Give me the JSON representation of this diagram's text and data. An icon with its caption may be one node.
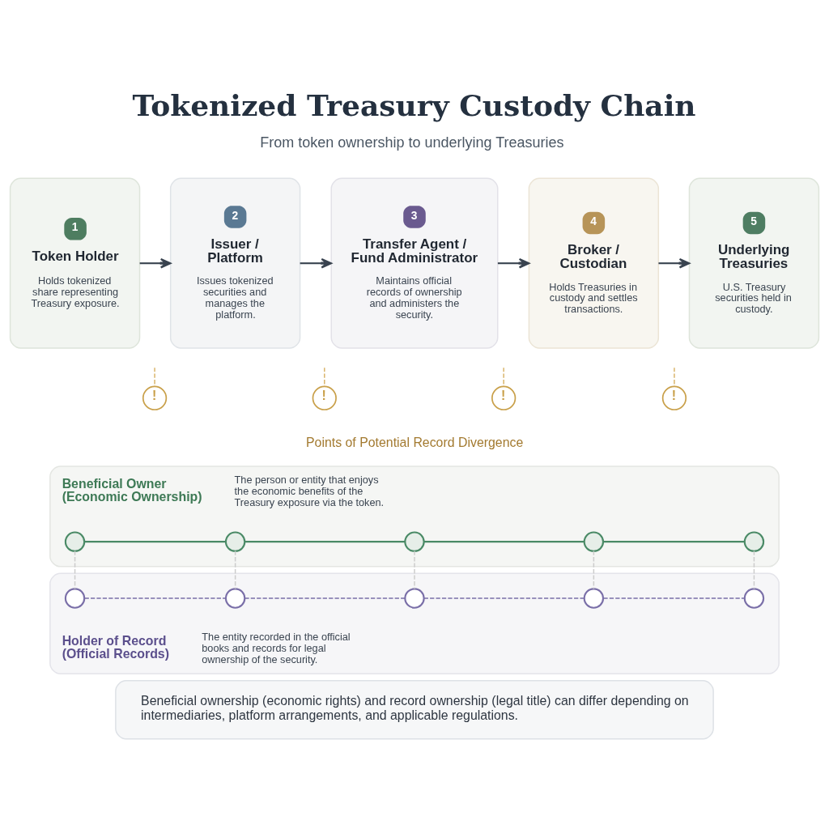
{
  "diagram": {
    "title": "Tokenized Treasury Custody Chain",
    "nodes": [
      {
        "text": [
          "1",
          "Token Holder",
          "Holds tokenized share representing Treasury exposure."
        ]
      },
      {
        "text": [
          "2",
          "Issuer / Platform",
          "Issues tokenized securities and manages the platform."
        ]
      },
      {
        "text": [
          "3",
          "Transfer Agent / Fund Administrator",
          "Maintains official records of ownership and administers the security."
        ]
      },
      {
        "text": [
          "4",
          "Broker / Custodian",
          "Holds Treasuries in custody and settles transactions."
        ]
      },
      {
        "text": [
          "5",
          "Underlying Treasuries",
          "U.S. Treasury securities held in custody."
        ]
      },
      {
        "text": [
          "!"
        ]
      },
      {
        "text": [
          "!"
        ]
      },
      {
        "text": [
          "!"
        ]
      },
      {
        "text": [
          "!"
        ]
      },
      {
        "text": [
          "Beneficial Owner (Economic Ownership)",
          "The person or entity that enjoys the economic benefits of the Treasury exposure via the token."
        ]
      },
      {
        "text": [],
        "shape": "circle",
        "in": 9
      },
      {
        "text": [],
        "shape": "circle",
        "in": 9
      },
      {
        "text": [],
        "shape": "circle",
        "in": 9
      },
      {
        "text": [],
        "shape": "circle",
        "in": 9
      },
      {
        "text": [],
        "shape": "circle",
        "in": 9
      },
      {
        "text": [
          "Holder of Record (Official Records)",
          "The entity recorded in the official books and records for legal ownership of the security."
        ]
      },
      {
        "text": [],
        "shape": "circle",
        "in": 15
      },
      {
        "text": [],
        "shape": "circle",
        "in": 15
      },
      {
        "text": [],
        "shape": "circle",
        "in": 15
      },
      {
        "text": [],
        "shape": "circle",
        "in": 15
      },
      {
        "text": [],
        "shape": "circle",
        "in": 15
      },
      {
        "text": [
          "Beneficial ownership (economic rights) and record ownership (legal title) can differ depending on intermediaries, platform arrangements, and applicable regulations."
        ]
      }
    ],
    "edges": [
      {
        "from": 0,
        "to": 1,
        "arrow": "to",
        "color": "#39434f"
      },
      {
        "from": 1,
        "to": 2,
        "arrow": "to",
        "color": "#39434f"
      },
      {
        "from": 2,
        "to": 3,
        "arrow": "to",
        "color": "#39434f"
      },
      {
        "from": 3,
        "to": 4,
        "arrow": "to",
        "color": "#39434f"
      },
      {
        "from": null,
        "to": 5,
        "arrow": "none",
        "style": "dashed",
        "color": "#d9b46a"
      },
      {
        "from": null,
        "to": 6,
        "arrow": "none",
        "style": "dashed",
        "color": "#d9b46a"
      },
      {
        "from": null,
        "to": 7,
        "arrow": "none",
        "style": "dashed",
        "color": "#d9b46a"
      },
      {
        "from": null,
        "to": 8,
        "arrow": "none",
        "style": "dashed",
        "color": "#d9b46a"
      },
      {
        "from": 10,
        "to": 11,
        "arrow": "none",
        "color": "#4a8a66"
      },
      {
        "from": 11,
        "to": 12,
        "arrow": "none",
        "color": "#4a8a66"
      },
      {
        "from": 12,
        "to": 13,
        "arrow": "none",
        "color": "#4a8a66"
      },
      {
        "from": 13,
        "to": 14,
        "arrow": "none",
        "color": "#4a8a66"
      },
      {
        "from": 16,
        "to": 17,
        "arrow": "none",
        "style": "dashed",
        "color": "#7a6fa8"
      },
      {
        "from": 17,
        "to": 18,
        "arrow": "none",
        "style": "dashed",
        "color": "#7a6fa8"
      },
      {
        "from": 18,
        "to": 19,
        "arrow": "none",
        "style": "dashed",
        "color": "#7a6fa8"
      },
      {
        "from": 19,
        "to": 20,
        "arrow": "none",
        "style": "dashed",
        "color": "#7a6fa8"
      },
      {
        "from": 10,
        "to": 16,
        "arrow": "none",
        "style": "dashed",
        "color": "#cccccc"
      },
      {
        "from": 11,
        "to": 17,
        "arrow": "none",
        "style": "dashed",
        "color": "#cccccc"
      },
      {
        "from": 12,
        "to": 18,
        "arrow": "none",
        "style": "dashed",
        "color": "#cccccc"
      },
      {
        "from": 13,
        "to": 19,
        "arrow": "none",
        "style": "dashed",
        "color": "#cccccc"
      },
      {
        "from": 14,
        "to": 20,
        "arrow": "none",
        "style": "dashed",
        "color": "#cccccc"
      }
    ],
    "labels": [
      "From token ownership to underlying Treasuries",
      "Points of Potential Record Divergence"
    ]
  }
}
